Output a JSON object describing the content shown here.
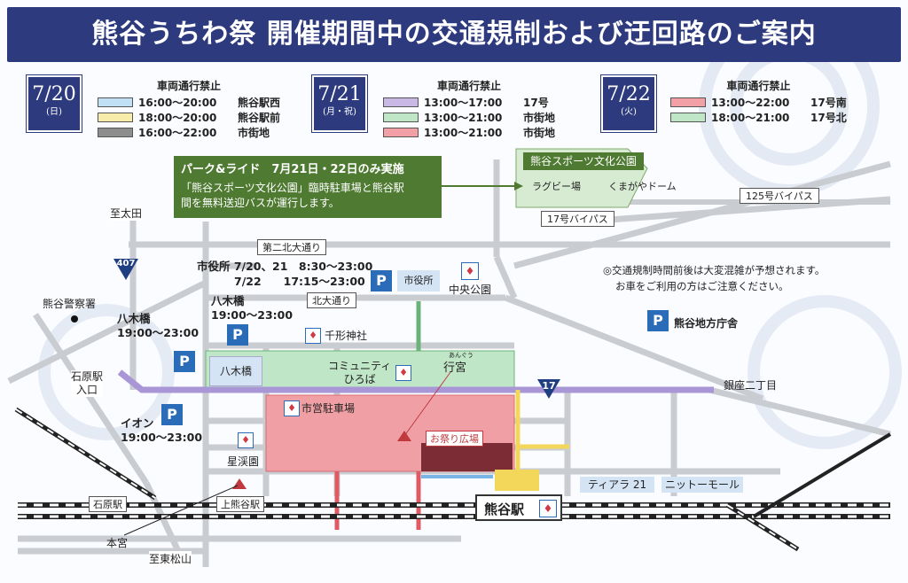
{
  "title": "熊谷うちわ祭 開催期間中の交通規制および迂回路のご案内",
  "schedule": [
    {
      "date": "7/20",
      "weekday": "(日)",
      "header": "車両通行禁止",
      "rows": [
        {
          "color": "#bfe0f5",
          "time": "16:00～20:00",
          "place": "熊谷駅西"
        },
        {
          "color": "#f7ecaa",
          "time": "18:00～20:00",
          "place": "熊谷駅前"
        },
        {
          "color": "#8d8d8d",
          "time": "16:00～22:00",
          "place": "市街地"
        }
      ]
    },
    {
      "date": "7/21",
      "weekday": "(月・祝)",
      "header": "車両通行禁止",
      "rows": [
        {
          "color": "#c9b8e6",
          "time": "13:00～17:00",
          "place": "17号"
        },
        {
          "color": "#bfe6c6",
          "time": "13:00～21:00",
          "place": "市街地"
        },
        {
          "color": "#f2a0a6",
          "time": "13:00～21:00",
          "place": "市街地"
        }
      ]
    },
    {
      "date": "7/22",
      "weekday": "(火)",
      "header": "車両通行禁止",
      "rows": [
        {
          "color": "#f2a0a6",
          "time": "13:00～22:00",
          "place": "17号南"
        },
        {
          "color": "#bfe6c6",
          "time": "18:00～21:00",
          "place": "17号北"
        }
      ]
    }
  ],
  "park_ride": {
    "title": "パーク&ライド　7月21日・22日のみ実施",
    "line1": "「熊谷スポーツ文化公園」臨時駐車場と熊谷駅",
    "line2": "間を無料送迎バスが運行します。"
  },
  "sports_park": {
    "name": "熊谷スポーツ文化公園",
    "venue1": "ラグビー場",
    "venue2": "くまがやドーム"
  },
  "roads": {
    "bypass125": "125号バイパス",
    "bypass17": "17号バイパス",
    "daini_kita": "第二北大通り",
    "kita": "北大通り",
    "route407": "407",
    "route17": "17"
  },
  "notice": {
    "line1": "◎交通規制時間前後は大変混雑が予想されます。",
    "line2": "お車をご利用の方はご注意ください。"
  },
  "labels": {
    "to_ota": "至太田",
    "to_higashimatsuyama": "至東松山",
    "police": "熊谷警察署",
    "city_hall_hours_1": "市役所 7/20、21　8:30～23:00",
    "city_hall_hours_2": "7/22　　17:15～23:00",
    "city_hall": "市役所",
    "central_park": "中央公園",
    "yagibashi": "八木橋",
    "yagibashi_hours_a": "19:00～23:00",
    "yagibashi_hours_b": "19:00～23:00",
    "aeon": "イオン",
    "aeon_hours": "19:00～23:00",
    "senkei": "千形神社",
    "community_1": "コミュニティ",
    "community_2": "ひろば",
    "angu": "行宮",
    "angu_ruby": "あんぐう",
    "ishihara_entrance_1": "石原駅",
    "ishihara_entrance_2": "入口",
    "parking_lot": "市営駐車場",
    "festival_plaza": "お祭り広場",
    "seikeien": "星渓園",
    "hongu": "本宮",
    "ishihara_station": "石原駅",
    "kamikumagaya_station": "上熊谷駅",
    "kumagaya_station": "熊谷駅",
    "tiara": "ティアラ 21",
    "nitto_mall": "ニットーモール",
    "ginza": "銀座二丁目",
    "govt_office": "熊谷地方庁舎"
  },
  "colors": {
    "navy": "#2d3a7e",
    "green_dark": "#4f7a32",
    "green_zone": "#bfe6c6",
    "red_zone": "#f0a0a5",
    "purple_road": "#a896d6",
    "yellow_road": "#f2d75a",
    "parking_blue": "#2b6cb8"
  }
}
